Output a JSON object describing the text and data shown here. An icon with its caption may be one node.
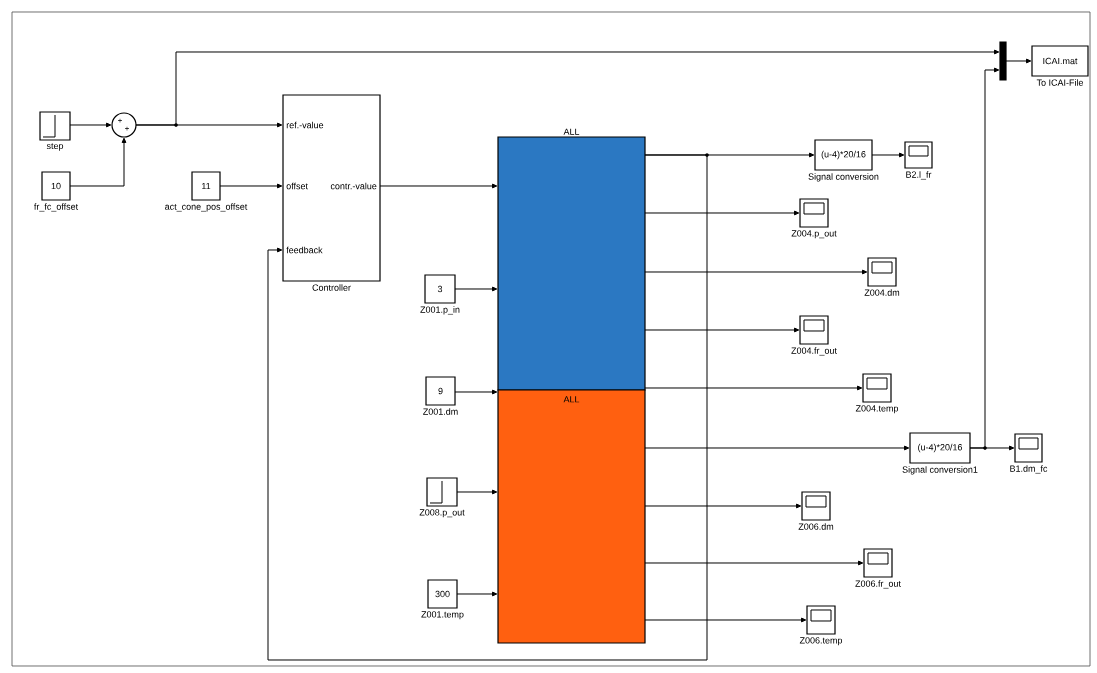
{
  "diagram": {
    "nodes": [
      {
        "text": [
          "step"
        ]
      },
      {
        "text": [
          "10",
          "fr_fc_offset"
        ]
      },
      {
        "text": [
          "+",
          "+"
        ]
      },
      {
        "text": [
          "11",
          "act_cone_pos_offset"
        ]
      },
      {
        "text": [
          "ref.-value",
          "offset",
          "contr.-value",
          "feedback",
          "Controller"
        ]
      },
      {
        "text": [
          "ALL"
        ]
      },
      {
        "text": [
          "ALL"
        ]
      },
      {
        "text": [
          "3",
          "Z001.p_in"
        ]
      },
      {
        "text": [
          "9",
          "Z001.dm"
        ]
      },
      {
        "text": [
          "Z008.p_out"
        ]
      },
      {
        "text": [
          "300",
          "Z001.temp"
        ]
      },
      {
        "text": [
          "(u-4)*20/16",
          "Signal conversion"
        ]
      },
      {
        "text": [
          "B2.l_fr"
        ]
      },
      {
        "text": [
          "Z004.p_out"
        ]
      },
      {
        "text": [
          "Z004.dm"
        ]
      },
      {
        "text": [
          "Z004.fr_out"
        ]
      },
      {
        "text": [
          "Z004.temp"
        ]
      },
      {
        "text": [
          "(u-4)*20/16",
          "Signal conversion1"
        ]
      },
      {
        "text": [
          "B1.dm_fc"
        ]
      },
      {
        "text": [
          "Z006.dm"
        ]
      },
      {
        "text": [
          "Z006.fr_out"
        ]
      },
      {
        "text": [
          "Z006.temp"
        ]
      },
      {
        "text": [],
        "shape": "bar"
      },
      {
        "text": [
          "ICAI.mat",
          "To ICAI-File"
        ]
      }
    ],
    "edges": [
      {
        "from": 0,
        "to": 2,
        "arrow": "to"
      },
      {
        "from": 1,
        "to": 2,
        "arrow": "to"
      },
      {
        "from": 2,
        "to": 4,
        "arrow": "to"
      },
      {
        "from": 2,
        "to": 22,
        "arrow": "to"
      },
      {
        "from": 3,
        "to": 4,
        "arrow": "to"
      },
      {
        "from": 4,
        "to": 5,
        "arrow": "to"
      },
      {
        "from": 7,
        "to": 5,
        "arrow": "to"
      },
      {
        "from": 8,
        "to": 6,
        "arrow": "to"
      },
      {
        "from": 9,
        "to": 6,
        "arrow": "to"
      },
      {
        "from": 10,
        "to": 6,
        "arrow": "to"
      },
      {
        "from": 5,
        "to": 11,
        "arrow": "to"
      },
      {
        "from": 11,
        "to": 12,
        "arrow": "to"
      },
      {
        "from": 5,
        "to": 4,
        "arrow": "to"
      },
      {
        "from": 5,
        "to": 13,
        "arrow": "to"
      },
      {
        "from": 5,
        "to": 14,
        "arrow": "to"
      },
      {
        "from": 5,
        "to": 15,
        "arrow": "to"
      },
      {
        "from": 5,
        "to": 16,
        "arrow": "to"
      },
      {
        "from": 6,
        "to": 17,
        "arrow": "to"
      },
      {
        "from": 17,
        "to": 18,
        "arrow": "to"
      },
      {
        "from": 17,
        "to": 22,
        "arrow": "to"
      },
      {
        "from": 6,
        "to": 19,
        "arrow": "to"
      },
      {
        "from": 6,
        "to": 20,
        "arrow": "to"
      },
      {
        "from": 6,
        "to": 21,
        "arrow": "to"
      },
      {
        "from": 22,
        "to": 23,
        "arrow": "to"
      }
    ]
  }
}
